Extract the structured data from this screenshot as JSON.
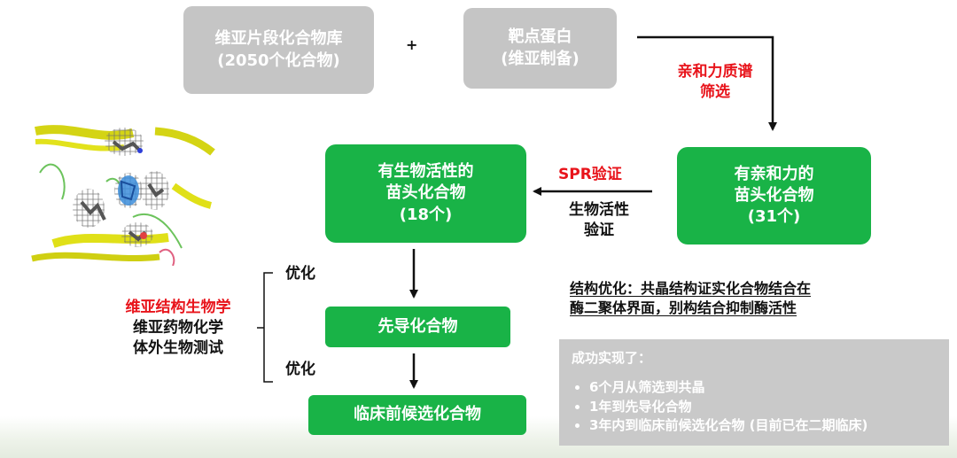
{
  "library_box": {
    "line1": "维亚片段化合物库",
    "line2": "(2050个化合物)"
  },
  "plus_sign": "+",
  "target_box": {
    "line1": "靶点蛋白",
    "line2": "(维亚制备)"
  },
  "affinity_screen_label": {
    "line1": "亲和力质谱",
    "line2": "筛选"
  },
  "affinity_hits_box": {
    "line1": "有亲和力的",
    "line2": "苗头化合物",
    "line3": "(31个)"
  },
  "spr_label": "SPR验证",
  "bio_activity_label": {
    "line1": "生物活性",
    "line2": "验证"
  },
  "active_hits_box": {
    "line1": "有生物活性的",
    "line2": "苗头化合物",
    "line3": "(18个)"
  },
  "optimize_label_1": "优化",
  "optimize_label_2": "优化",
  "lead_box": "先导化合物",
  "candidate_box": "临床前候选化合物",
  "capabilities": {
    "line1": "维亚结构生物学",
    "line2": "维亚药物化学",
    "line3": "体外生物测试"
  },
  "structure_optimization": {
    "line1": "结构优化：共晶结构证实化合物结合在",
    "line2": "酶二聚体界面，别构结合抑制酶活性"
  },
  "achievements": {
    "title": "成功实现了：",
    "items": [
      "6个月从筛选到共晶",
      "1年到先导化合物",
      "3年内到临床前候选化合物 (目前已在二期临床)"
    ]
  },
  "colors": {
    "green_box": "#19b347",
    "gray_box": "#c5c5c5",
    "red_text": "#e8141b",
    "panel_gray": "#c9c9c9"
  },
  "icons": {
    "structure_image": "protein-ligand-structure-render"
  }
}
